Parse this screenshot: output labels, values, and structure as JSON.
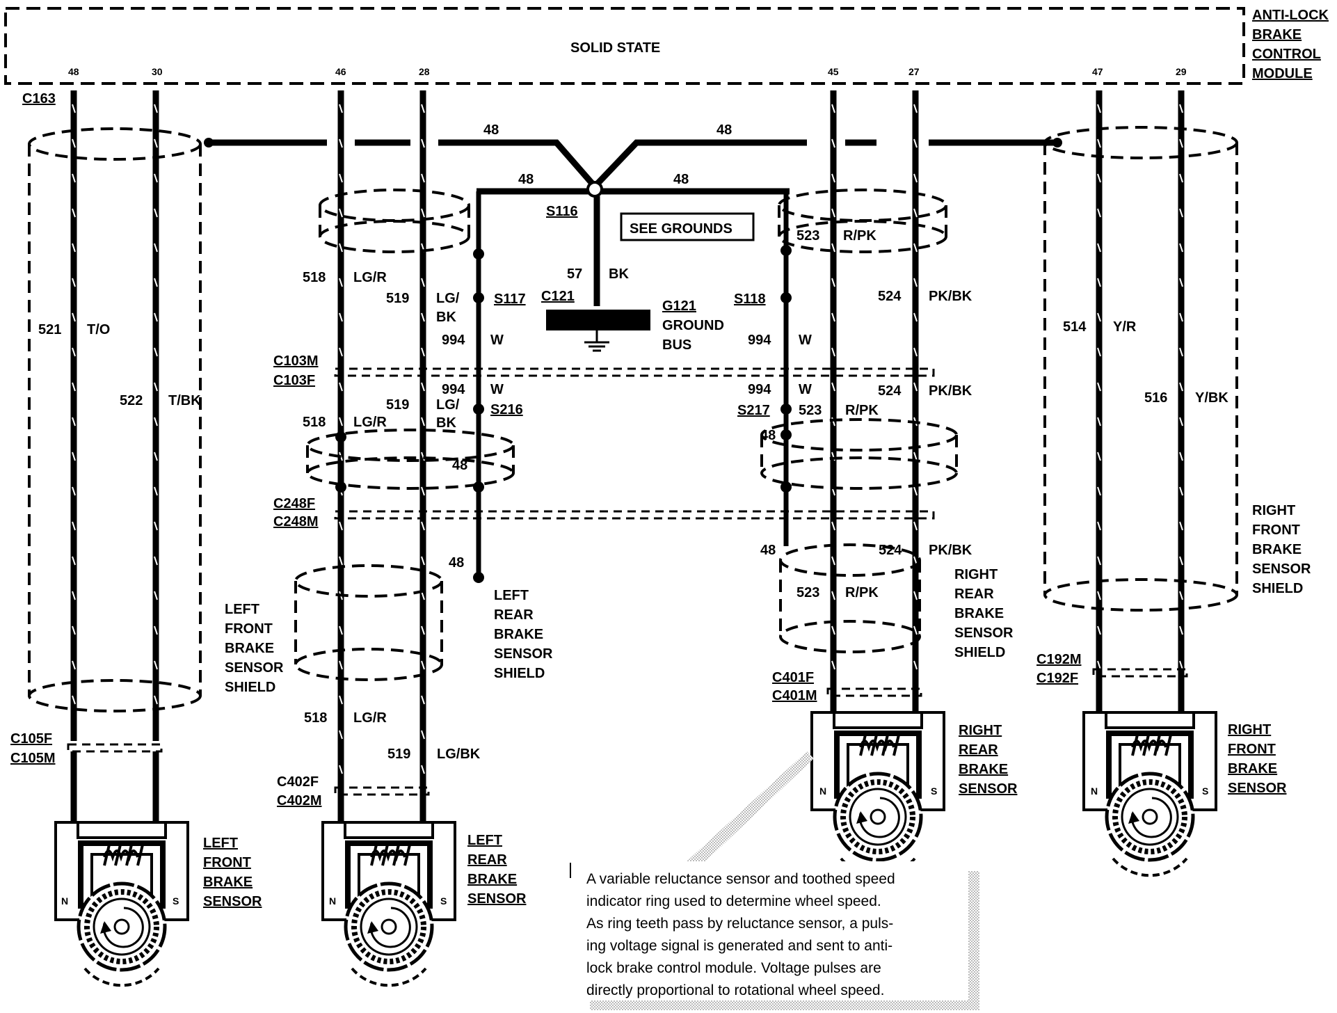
{
  "module": {
    "title": "SOLID STATE",
    "name_lines": [
      "ANTI-LOCK",
      "BRAKE",
      "CONTROL",
      "MODULE"
    ],
    "pins": [
      "48",
      "30",
      "46",
      "28",
      "45",
      "27",
      "47",
      "29"
    ],
    "connector": "C163"
  },
  "ground": {
    "shield_circuit": "48",
    "splice": "S116",
    "see_grounds": "SEE GROUNDS",
    "wire_circuit": "57",
    "wire_color": "BK",
    "connector": "C121",
    "bus_lines": [
      "G121",
      "GROUND",
      "BUS"
    ]
  },
  "left_front": {
    "circuit_a": "521",
    "color_a": "T/O",
    "circuit_b": "522",
    "color_b": "T/BK",
    "shield_lines": [
      "LEFT",
      "FRONT",
      "BRAKE",
      "SENSOR",
      "SHIELD"
    ],
    "connector_f": "C105F",
    "connector_m": "C105M",
    "sensor_lines": [
      "LEFT",
      "FRONT",
      "BRAKE",
      "SENSOR"
    ]
  },
  "left_rear": {
    "circuit_a": "518",
    "color_a": "LG/R",
    "circuit_b": "519",
    "color_b_top": "LG/",
    "color_b_bottom": "BK",
    "color_b_full": "LG/BK",
    "drain_circuit": "994",
    "drain_color": "W",
    "splice_1": "S117",
    "splice_2": "S216",
    "shield_circuit": "48",
    "shield_lines": [
      "LEFT",
      "REAR",
      "BRAKE",
      "SENSOR",
      "SHIELD"
    ],
    "conn_c103m": "C103M",
    "conn_c103f": "C103F",
    "conn_c248f": "C248F",
    "conn_c248m": "C248M",
    "conn_c402f": "C402F",
    "conn_c402m": "C402M",
    "sensor_lines": [
      "LEFT",
      "REAR",
      "BRAKE",
      "SENSOR"
    ]
  },
  "right_rear": {
    "circuit_a": "523",
    "color_a": "R/PK",
    "circuit_b": "524",
    "color_b": "PK/BK",
    "drain_circuit": "994",
    "drain_color": "W",
    "splice_1": "S118",
    "splice_2": "S217",
    "shield_circuit": "48",
    "shield_lines": [
      "RIGHT",
      "REAR",
      "BRAKE",
      "SENSOR",
      "SHIELD"
    ],
    "conn_f": "C401F",
    "conn_m": "C401M",
    "sensor_lines": [
      "RIGHT",
      "REAR",
      "BRAKE",
      "SENSOR"
    ]
  },
  "right_front": {
    "circuit_a": "514",
    "color_a": "Y/R",
    "circuit_b": "516",
    "color_b": "Y/BK",
    "shield_lines": [
      "RIGHT",
      "FRONT",
      "BRAKE",
      "SENSOR",
      "SHIELD"
    ],
    "conn_m": "C192M",
    "conn_f": "C192F",
    "sensor_lines": [
      "RIGHT",
      "FRONT",
      "BRAKE",
      "SENSOR"
    ]
  },
  "sensor_poles": {
    "n": "N",
    "s": "S"
  },
  "note": {
    "lines": [
      "A variable reluctance sensor and toothed speed",
      "indicator ring used to determine wheel speed.",
      "As ring teeth pass by reluctance sensor, a puls-",
      "ing voltage signal is generated and sent to anti-",
      "lock brake control module.  Voltage pulses are",
      "directly proportional to rotational wheel speed."
    ]
  }
}
